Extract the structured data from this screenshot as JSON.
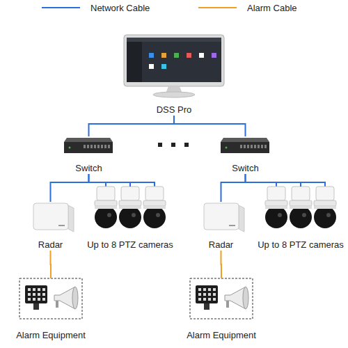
{
  "diagram": {
    "nodes": [
      {
        "text": [
          "DSS Pro"
        ]
      },
      {
        "text": [
          "Switch"
        ]
      },
      {
        "text": [
          "Switch"
        ]
      },
      {
        "text": [
          "Radar"
        ]
      },
      {
        "text": [
          "Up to 8 PTZ cameras"
        ]
      },
      {
        "text": [
          "Radar"
        ]
      },
      {
        "text": [
          "Up to 8 PTZ cameras"
        ]
      },
      {
        "text": [
          "Alarm Equipment"
        ]
      },
      {
        "text": [
          "Alarm Equipment"
        ]
      }
    ],
    "edges": [
      {
        "from": 0,
        "to": 1,
        "arrow": "none"
      },
      {
        "from": 0,
        "to": 2,
        "arrow": "none"
      },
      {
        "from": 1,
        "to": 3,
        "arrow": "none"
      },
      {
        "from": 1,
        "to": 4,
        "arrow": "none"
      },
      {
        "from": 2,
        "to": 5,
        "arrow": "none"
      },
      {
        "from": 2,
        "to": 6,
        "arrow": "none"
      },
      {
        "from": 3,
        "to": 7,
        "arrow": "none"
      },
      {
        "from": 5,
        "to": 8,
        "arrow": "none"
      }
    ],
    "legend": [
      {
        "text": "Network Cable"
      },
      {
        "text": "Alarm Cable"
      }
    ]
  }
}
